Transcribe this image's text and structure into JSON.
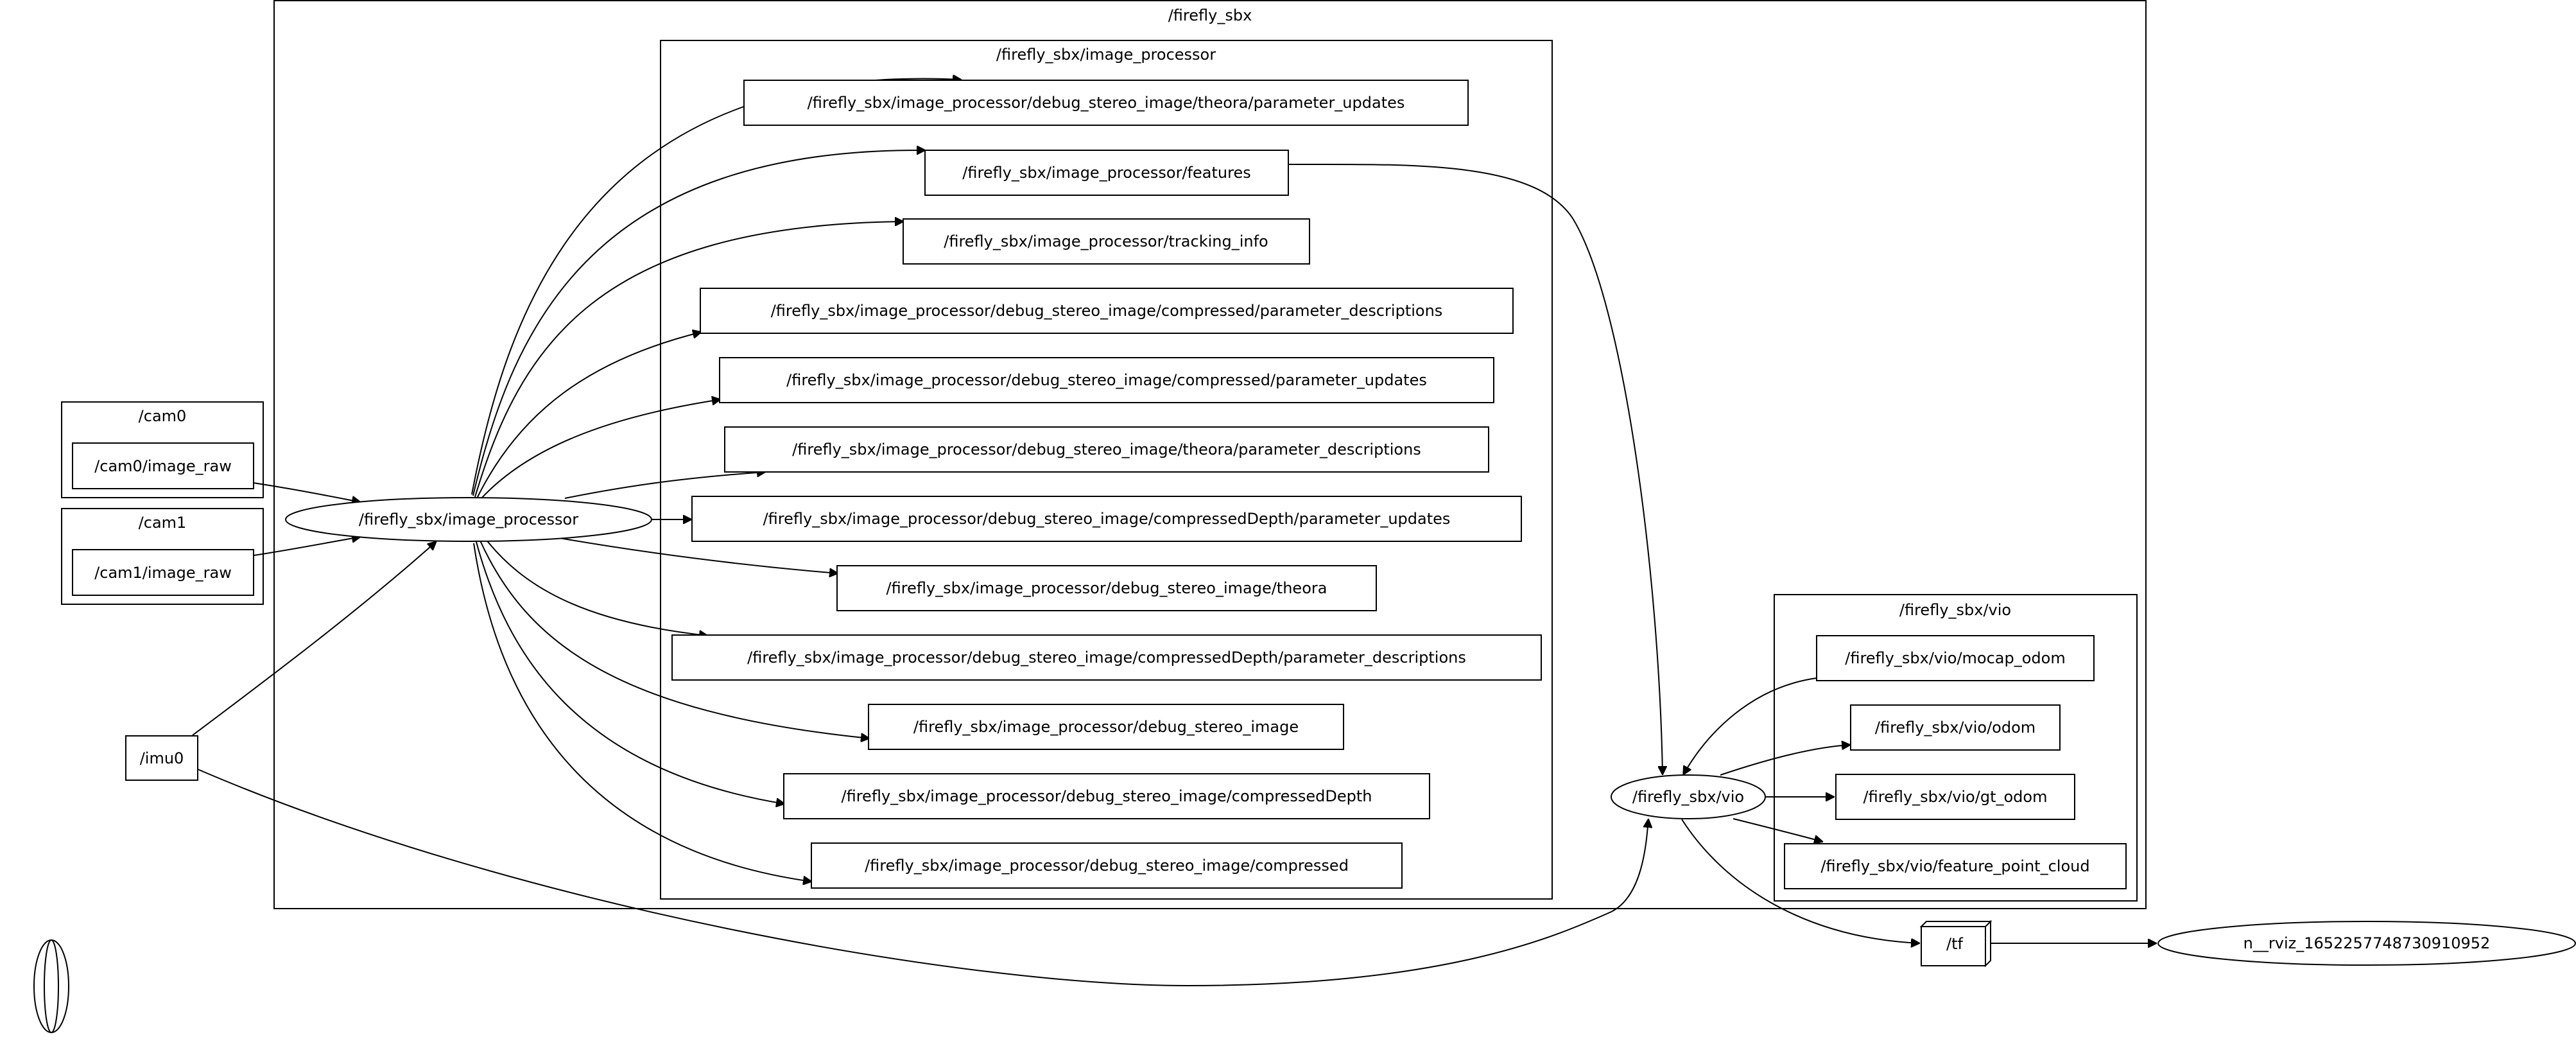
{
  "clusters": {
    "firefly_sbx": "/firefly_sbx",
    "image_processor": "/firefly_sbx/image_processor",
    "cam0": "/cam0",
    "cam1": "/cam1",
    "vio": "/firefly_sbx/vio"
  },
  "nodes": {
    "cam0_image_raw": "/cam0/image_raw",
    "cam1_image_raw": "/cam1/image_raw",
    "imu0": "/imu0",
    "image_processor_node": "/firefly_sbx/image_processor",
    "vio_node": "/firefly_sbx/vio",
    "tf": "/tf",
    "rviz": "n__rviz_1652257748730910952"
  },
  "topics": [
    "/firefly_sbx/image_processor/debug_stereo_image/theora/parameter_updates",
    "/firefly_sbx/image_processor/features",
    "/firefly_sbx/image_processor/tracking_info",
    "/firefly_sbx/image_processor/debug_stereo_image/compressed/parameter_descriptions",
    "/firefly_sbx/image_processor/debug_stereo_image/compressed/parameter_updates",
    "/firefly_sbx/image_processor/debug_stereo_image/theora/parameter_descriptions",
    "/firefly_sbx/image_processor/debug_stereo_image/compressedDepth/parameter_updates",
    "/firefly_sbx/image_processor/debug_stereo_image/theora",
    "/firefly_sbx/image_processor/debug_stereo_image/compressedDepth/parameter_descriptions",
    "/firefly_sbx/image_processor/debug_stereo_image",
    "/firefly_sbx/image_processor/debug_stereo_image/compressedDepth",
    "/firefly_sbx/image_processor/debug_stereo_image/compressed"
  ],
  "vio_topics": [
    "/firefly_sbx/vio/mocap_odom",
    "/firefly_sbx/vio/odom",
    "/firefly_sbx/vio/gt_odom",
    "/firefly_sbx/vio/feature_point_cloud"
  ],
  "colors": {
    "stroke": "#000000",
    "background": "#ffffff"
  }
}
